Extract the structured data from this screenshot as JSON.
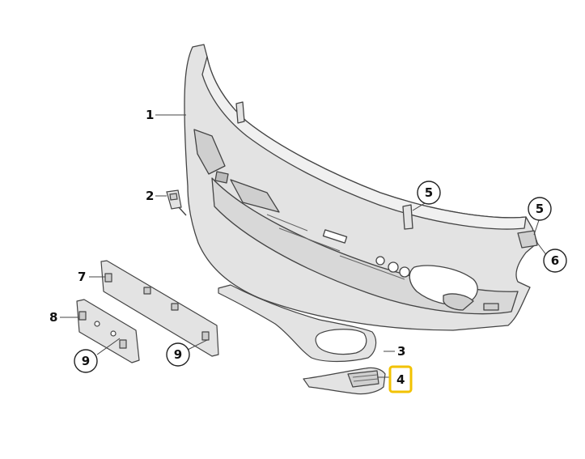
{
  "callouts": {
    "c1": "1",
    "c2": "2",
    "c3": "3",
    "c4": "4",
    "c5a": "5",
    "c5b": "5",
    "c6": "6",
    "c7": "7",
    "c8": "8",
    "c9a": "9",
    "c9b": "9"
  },
  "colors": {
    "part_fill": "#e3e3e3",
    "part_stroke": "#444444",
    "highlight": "#f2c200"
  }
}
